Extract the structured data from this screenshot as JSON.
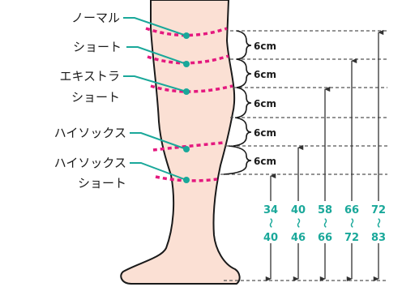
{
  "leg_labels": [
    "ノーマル",
    "ショート",
    "エキストラ",
    "ショート",
    "ハイソックス",
    "ハイソックス",
    "ショート"
  ],
  "segment_unit": "6cm",
  "segment_count": 5,
  "ranges": [
    {
      "min": "34",
      "max": "40"
    },
    {
      "min": "40",
      "max": "46"
    },
    {
      "min": "58",
      "max": "66"
    },
    {
      "min": "66",
      "max": "72"
    },
    {
      "min": "72",
      "max": "83"
    }
  ],
  "range_separator": "〜",
  "colors": {
    "skin": "#fbe0d4",
    "outline": "#1a1a1a",
    "band": "#e4197f",
    "leader": "#1aa89a",
    "range_text": "#1aa89a",
    "guide": "#555555"
  }
}
